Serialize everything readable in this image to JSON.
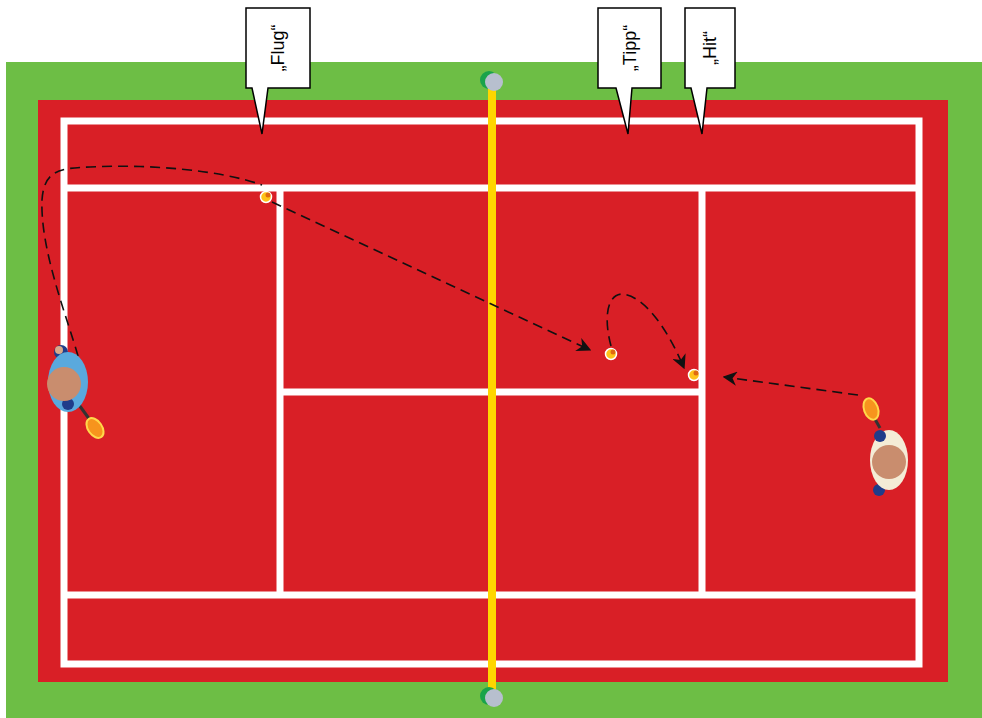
{
  "diagram": {
    "nodes": [
      {
        "text": [
          "„Flug“"
        ]
      },
      {
        "text": [
          "„Tipp“"
        ]
      },
      {
        "text": [
          "„Hit“"
        ]
      }
    ]
  }
}
